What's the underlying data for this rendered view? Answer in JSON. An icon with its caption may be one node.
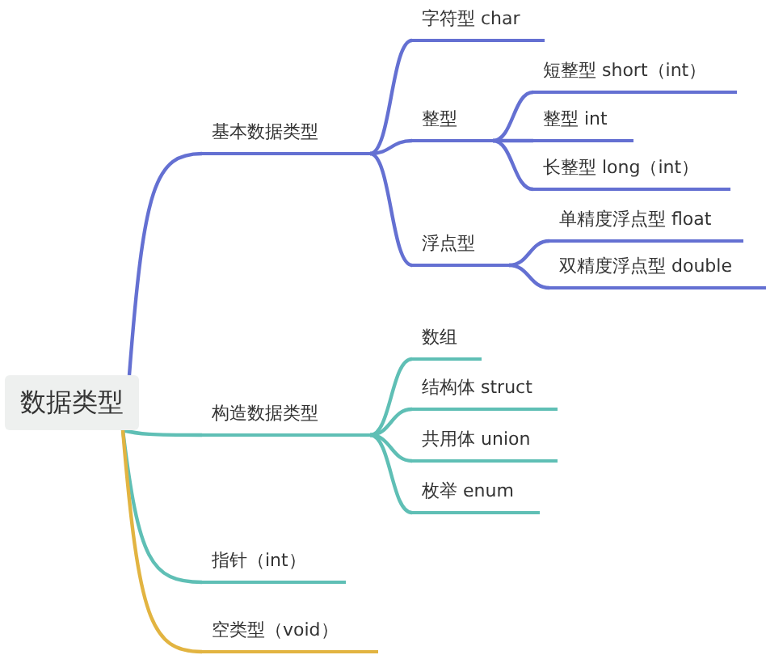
{
  "diagram": {
    "nodes": [
      {
        "text": [
          "数据类型"
        ]
      },
      {
        "text": [
          "基本数据类型"
        ]
      },
      {
        "text": [
          "字符型 char"
        ]
      },
      {
        "text": [
          "整型"
        ]
      },
      {
        "text": [
          "短整型 short（int）"
        ]
      },
      {
        "text": [
          "整型 int"
        ]
      },
      {
        "text": [
          "长整型 long（int）"
        ]
      },
      {
        "text": [
          "浮点型"
        ]
      },
      {
        "text": [
          "单精度浮点型 float"
        ]
      },
      {
        "text": [
          "双精度浮点型 double"
        ]
      },
      {
        "text": [
          "构造数据类型"
        ]
      },
      {
        "text": [
          "数组"
        ]
      },
      {
        "text": [
          "结构体 struct"
        ]
      },
      {
        "text": [
          "共用体 union"
        ]
      },
      {
        "text": [
          "枚举 enum"
        ]
      },
      {
        "text": [
          "指针（int）"
        ]
      },
      {
        "text": [
          "空类型（void）"
        ]
      }
    ],
    "edges": [
      {
        "from": 0,
        "to": 1,
        "arrow": "none"
      },
      {
        "from": 1,
        "to": 2,
        "arrow": "none"
      },
      {
        "from": 1,
        "to": 3,
        "arrow": "none"
      },
      {
        "from": 3,
        "to": 4,
        "arrow": "none"
      },
      {
        "from": 3,
        "to": 5,
        "arrow": "none"
      },
      {
        "from": 3,
        "to": 6,
        "arrow": "none"
      },
      {
        "from": 1,
        "to": 7,
        "arrow": "none"
      },
      {
        "from": 7,
        "to": 8,
        "arrow": "none"
      },
      {
        "from": 7,
        "to": 9,
        "arrow": "none"
      },
      {
        "from": 0,
        "to": 10,
        "arrow": "none",
        "color": "#5fbfb5"
      },
      {
        "from": 10,
        "to": 11,
        "arrow": "none",
        "color": "#5fbfb5"
      },
      {
        "from": 10,
        "to": 12,
        "arrow": "none",
        "color": "#5fbfb5"
      },
      {
        "from": 10,
        "to": 13,
        "arrow": "none",
        "color": "#5fbfb5"
      },
      {
        "from": 10,
        "to": 14,
        "arrow": "none",
        "color": "#5fbfb5"
      },
      {
        "from": 0,
        "to": 15,
        "arrow": "none",
        "color": "#5fbfb5"
      },
      {
        "from": 0,
        "to": 16,
        "arrow": "none",
        "color": "#e2b441"
      }
    ]
  }
}
